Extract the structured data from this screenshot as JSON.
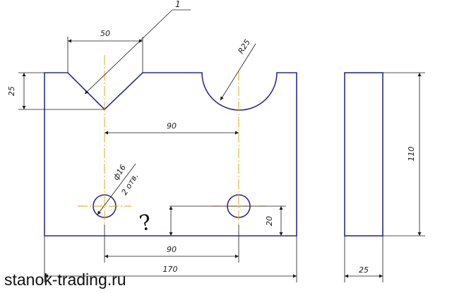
{
  "drawing": {
    "colors": {
      "outline": "#2b2b8a",
      "dimension": "#1a1a1a",
      "centerline": "#d9a300",
      "background": "#ffffff"
    },
    "callout": "1",
    "dimensions": {
      "vee_width": "50",
      "vee_depth": "25",
      "notch_radius": "R25",
      "center_distance_top": "90",
      "center_distance_bottom": "90",
      "overall_width": "170",
      "hole_height": "20",
      "hole_diameter": "ф16",
      "hole_count": "2 отв.",
      "side_height": "110",
      "side_thickness": "25"
    },
    "question_mark": "?",
    "watermark": "stanok-trading.ru"
  }
}
